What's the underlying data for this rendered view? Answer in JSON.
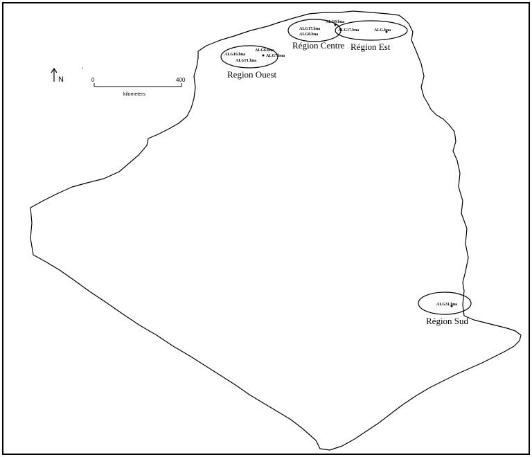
{
  "scale_bar": {
    "min_label": "0",
    "max_label": "400",
    "unit_label": "kilometers"
  },
  "north_arrow": {
    "label": "N"
  },
  "regions": [
    {
      "id": "ouest",
      "label": "Region Ouest"
    },
    {
      "id": "centre",
      "label": "Région Centre"
    },
    {
      "id": "est",
      "label": "Région Est"
    },
    {
      "id": "sud",
      "label": "Région Sud"
    }
  ],
  "sites": {
    "ouest": [
      "ALG16.bna",
      "ALG6.bna",
      "ALG7.bna",
      "ALG71.bna"
    ],
    "centre": [
      "ALG17.bna",
      "ALG8.bna",
      "ALG9.bna"
    ],
    "est": [
      "ALG17.bna",
      "ALG.bna"
    ],
    "sud": [
      "ALG31.bna"
    ]
  },
  "colors": {
    "outline": "#000000",
    "background": "#ffffff"
  }
}
